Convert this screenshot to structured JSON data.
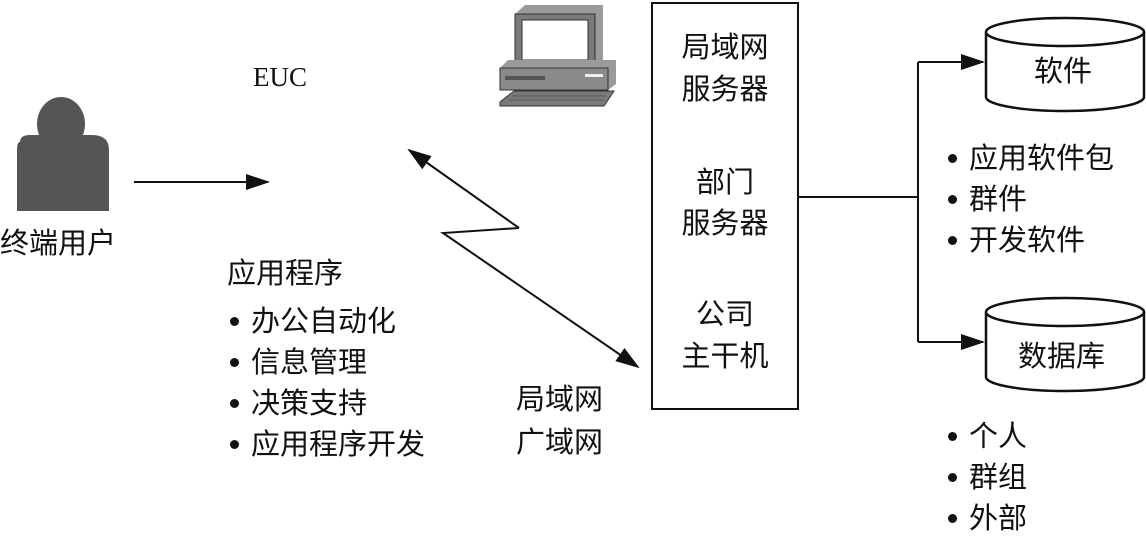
{
  "labels": {
    "euc": "EUC",
    "end_user": "终端用户",
    "applications_title": "应用程序",
    "network_lan": "局域网",
    "network_wan": "广域网"
  },
  "applications": [
    "办公自动化",
    "信息管理",
    "决策支持",
    "应用程序开发"
  ],
  "servers": {
    "lan_server": [
      "局域网",
      "服务器"
    ],
    "dept_server": [
      "部门",
      "服务器"
    ],
    "mainframe": [
      "公司",
      "主干机"
    ]
  },
  "software": {
    "label": "软件",
    "items": [
      "应用软件包",
      "群件",
      "开发软件"
    ]
  },
  "database": {
    "label": "数据库",
    "items": [
      "个人",
      "群组",
      "外部"
    ]
  },
  "icons": {
    "user": "person-icon",
    "computer": "desktop-computer-icon",
    "software_store": "cylinder-icon",
    "database_store": "cylinder-icon"
  }
}
